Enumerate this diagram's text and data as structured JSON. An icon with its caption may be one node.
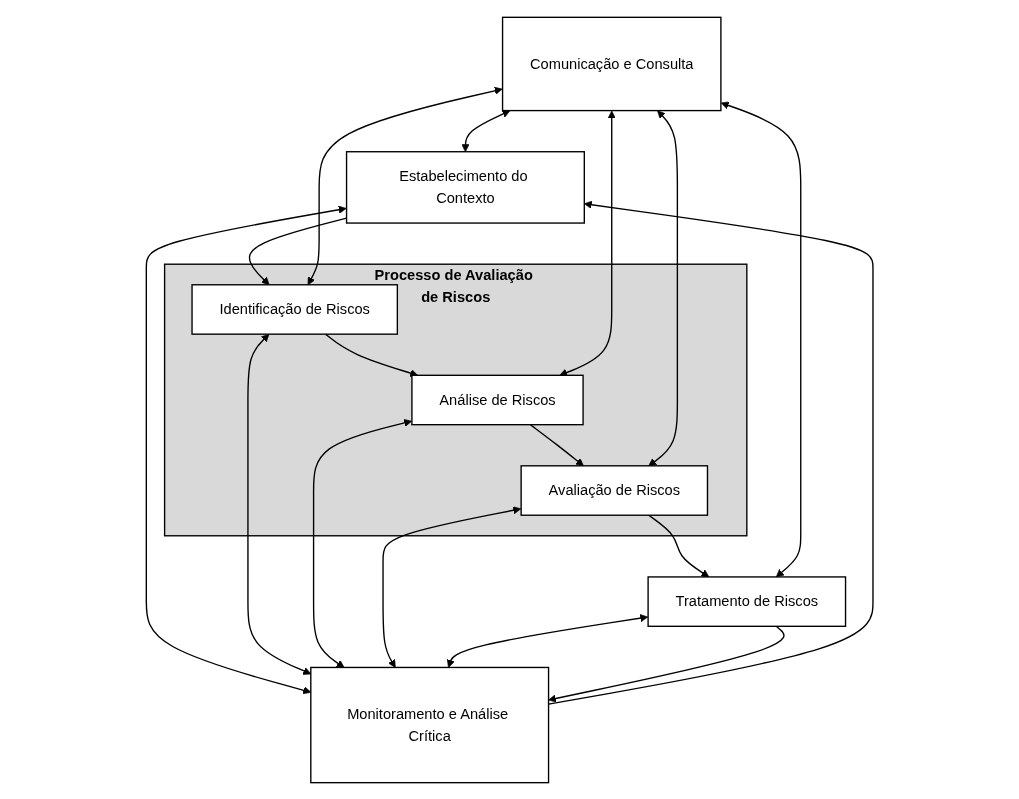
{
  "diagram": {
    "nodes": [
      {
        "text": [
          "Comunicação e Consulta"
        ]
      },
      {
        "text": [
          "Estabelecimento do Contexto"
        ]
      },
      {
        "text": [
          "Processo de Avaliação de Riscos"
        ]
      },
      {
        "text": [
          "Identificação de Riscos"
        ],
        "in": 2
      },
      {
        "text": [
          "Análise de Riscos"
        ],
        "in": 2
      },
      {
        "text": [
          "Avaliação de Riscos"
        ],
        "in": 2
      },
      {
        "text": [
          "Tratamento de Riscos"
        ]
      },
      {
        "text": [
          "Monitoramento e Análise Crítica"
        ]
      }
    ],
    "edges": [
      {
        "from": 1,
        "to": 3,
        "arrow": "to"
      },
      {
        "from": 3,
        "to": 4,
        "arrow": "to"
      },
      {
        "from": 4,
        "to": 5,
        "arrow": "to"
      },
      {
        "from": 5,
        "to": 6,
        "arrow": "to"
      },
      {
        "from": 0,
        "to": 1,
        "arrow": "both"
      },
      {
        "from": 0,
        "to": 3,
        "arrow": "both"
      },
      {
        "from": 0,
        "to": 4,
        "arrow": "both"
      },
      {
        "from": 0,
        "to": 5,
        "arrow": "both"
      },
      {
        "from": 0,
        "to": 6,
        "arrow": "both"
      },
      {
        "from": 1,
        "to": 7,
        "arrow": "both"
      },
      {
        "from": 3,
        "to": 7,
        "arrow": "both"
      },
      {
        "from": 4,
        "to": 7,
        "arrow": "both"
      },
      {
        "from": 5,
        "to": 7,
        "arrow": "both"
      },
      {
        "from": 6,
        "to": 7,
        "arrow": "both"
      },
      {
        "from": 7,
        "to": 1,
        "arrow": "to"
      },
      {
        "from": 6,
        "to": 7,
        "arrow": "to"
      }
    ]
  }
}
